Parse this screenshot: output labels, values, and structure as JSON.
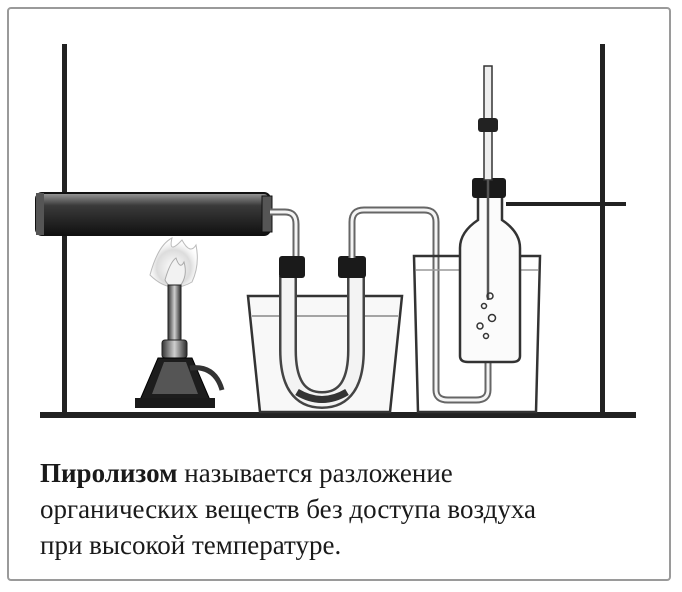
{
  "caption": {
    "term": "Пиролизом",
    "line1_rest": " называется разложение",
    "line2": "органических веществ без доступа воздуха",
    "line3": "при высокой температуре."
  }
}
